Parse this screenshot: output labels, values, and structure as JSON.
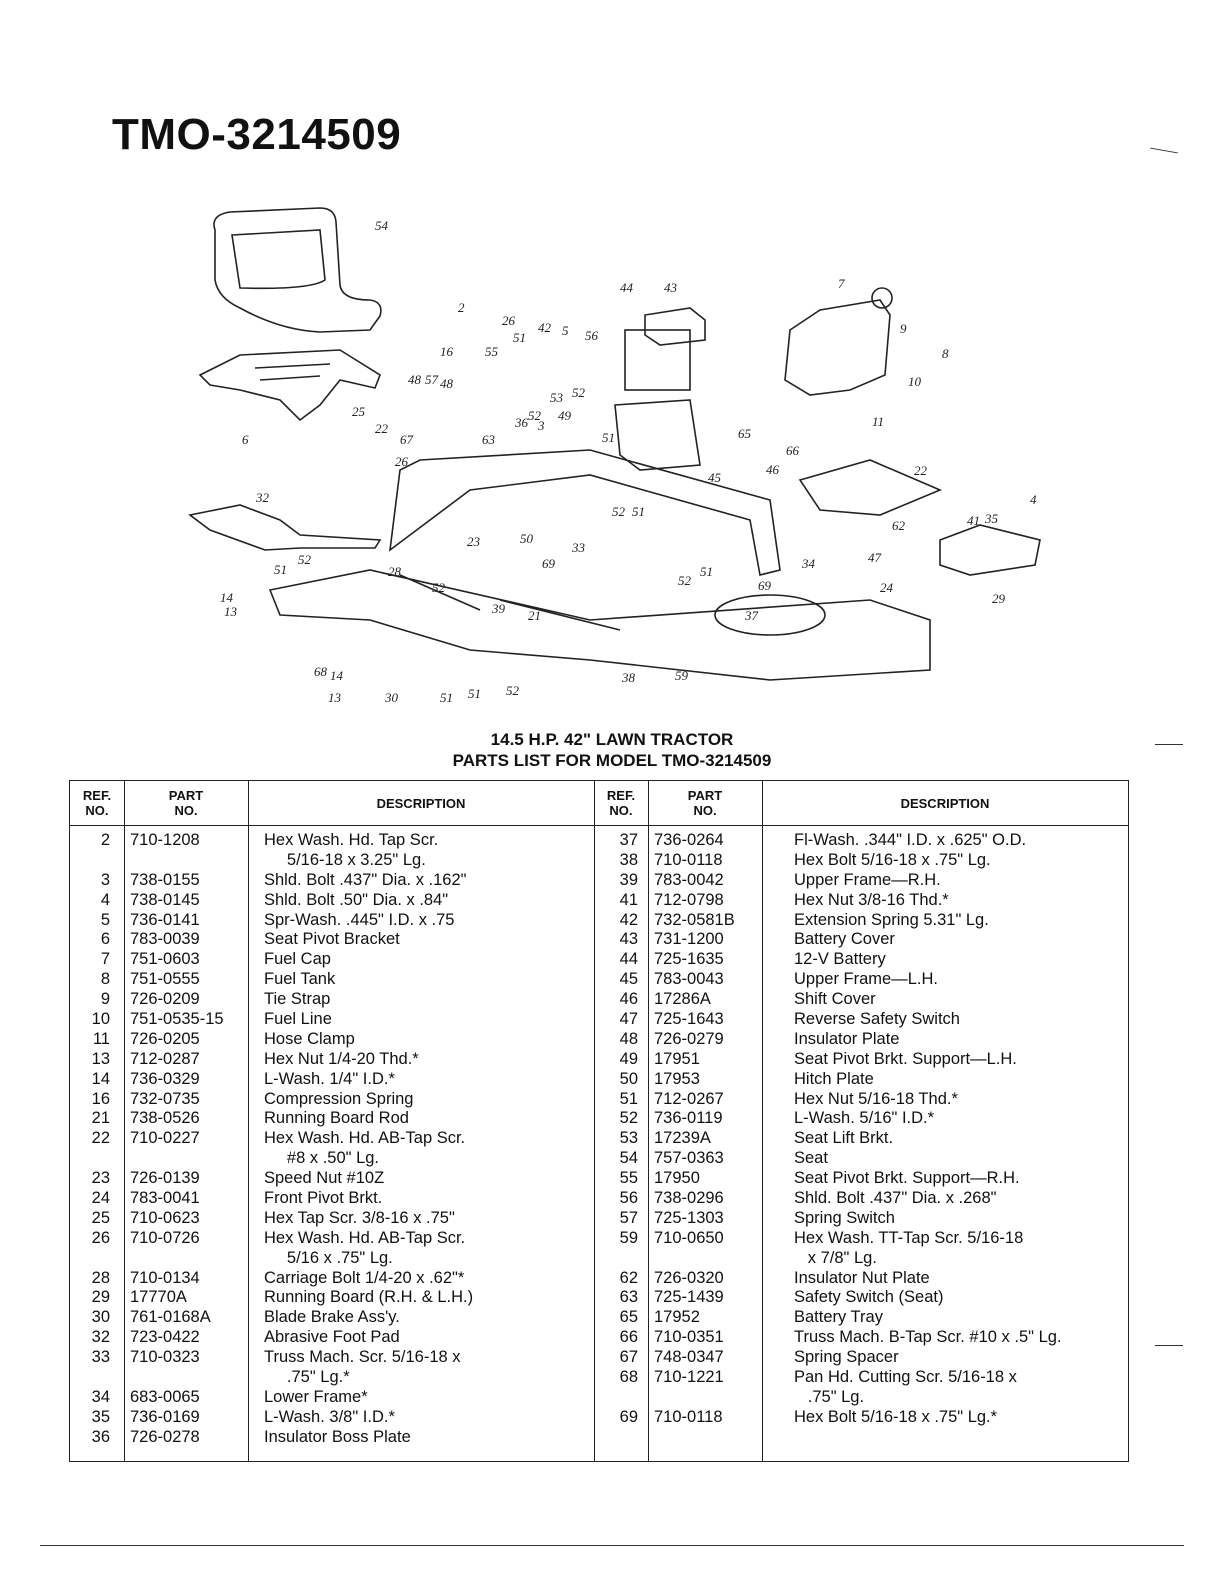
{
  "page": {
    "model_title": "TMO-3214509",
    "caption_line1": "14.5 H.P. 42\" LAWN TRACTOR",
    "caption_line2": "PARTS LIST FOR MODEL TMO-3214509"
  },
  "table": {
    "headers": {
      "ref": "REF.\nNO.",
      "part": "PART\nNO.",
      "description": "DESCRIPTION"
    },
    "left": {
      "ref": [
        "2",
        "",
        "3",
        "4",
        "5",
        "6",
        "7",
        "8",
        "9",
        "10",
        "11",
        "13",
        "14",
        "16",
        "21",
        "22",
        "",
        "23",
        "24",
        "25",
        "26",
        "",
        "28",
        "29",
        "30",
        "32",
        "33",
        "",
        "34",
        "35",
        "36"
      ],
      "part": [
        "710-1208",
        "",
        "738-0155",
        "738-0145",
        "736-0141",
        "783-0039",
        "751-0603",
        "751-0555",
        "726-0209",
        "751-0535-15",
        "726-0205",
        "712-0287",
        "736-0329",
        "732-0735",
        "738-0526",
        "710-0227",
        "",
        "726-0139",
        "783-0041",
        "710-0623",
        "710-0726",
        "",
        "710-0134",
        "17770A",
        "761-0168A",
        "723-0422",
        "710-0323",
        "",
        "683-0065",
        "736-0169",
        "726-0278"
      ],
      "desc": [
        "Hex Wash. Hd. Tap Scr.",
        "     5/16-18 x 3.25\" Lg.",
        "Shld. Bolt .437\" Dia. x .162\"",
        "Shld. Bolt .50\" Dia. x .84\"",
        "Spr-Wash. .445\" I.D. x .75",
        "Seat Pivot Bracket",
        "Fuel Cap",
        "Fuel Tank",
        "Tie Strap",
        "Fuel Line",
        "Hose Clamp",
        "Hex Nut 1/4-20 Thd.*",
        "L-Wash. 1/4\" I.D.*",
        "Compression Spring",
        "Running Board Rod",
        "Hex Wash. Hd. AB-Tap Scr.",
        "     #8 x .50\" Lg.",
        "Speed Nut #10Z",
        "Front Pivot Brkt.",
        "Hex Tap Scr. 3/8-16 x .75\"",
        "Hex Wash. Hd. AB-Tap Scr.",
        "     5/16 x .75\" Lg.",
        "Carriage Bolt 1/4-20 x .62\"*",
        "Running Board (R.H. & L.H.)",
        "Blade Brake Ass'y.",
        "Abrasive Foot Pad",
        "Truss Mach. Scr. 5/16-18 x",
        "     .75\" Lg.*",
        "Lower Frame*",
        "L-Wash. 3/8\" I.D.*",
        "Insulator Boss Plate"
      ]
    },
    "right": {
      "ref": [
        "37",
        "38",
        "39",
        "41",
        "42",
        "43",
        "44",
        "45",
        "46",
        "47",
        "48",
        "49",
        "50",
        "51",
        "52",
        "53",
        "54",
        "55",
        "56",
        "57",
        "59",
        "",
        "62",
        "63",
        "65",
        "66",
        "67",
        "68",
        "",
        "69"
      ],
      "part": [
        "736-0264",
        "710-0118",
        "783-0042",
        "712-0798",
        "732-0581B",
        "731-1200",
        "725-1635",
        "783-0043",
        "17286A",
        "725-1643",
        "726-0279",
        "17951",
        "17953",
        "712-0267",
        "736-0119",
        "17239A",
        "757-0363",
        "17950",
        "738-0296",
        "725-1303",
        "710-0650",
        "",
        "726-0320",
        "725-1439",
        "17952",
        "710-0351",
        "748-0347",
        "710-1221",
        "",
        "710-0118"
      ],
      "desc": [
        "Fl-Wash. .344\" I.D. x .625\" O.D.",
        "Hex Bolt 5/16-18 x .75\" Lg.",
        "Upper Frame—R.H.",
        "Hex Nut 3/8-16 Thd.*",
        "Extension Spring 5.31\" Lg.",
        "Battery Cover",
        "12-V Battery",
        "Upper Frame—L.H.",
        "Shift Cover",
        "Reverse Safety Switch",
        "Insulator Plate",
        "Seat Pivot Brkt. Support—L.H.",
        "Hitch Plate",
        "Hex Nut 5/16-18 Thd.*",
        "L-Wash. 5/16\" I.D.*",
        "Seat Lift Brkt.",
        "Seat",
        "Seat Pivot Brkt. Support—R.H.",
        "Shld. Bolt .437\" Dia. x .268\"",
        "Spring Switch",
        "Hex Wash. TT-Tap Scr. 5/16-18",
        "   x 7/8\" Lg.",
        "Insulator Nut Plate",
        "Safety Switch (Seat)",
        "Battery Tray",
        "Truss Mach. B-Tap Scr. #10 x .5\" Lg.",
        "Spring Spacer",
        "Pan Hd. Cutting Scr. 5/16-18 x",
        "   .75\" Lg.",
        "Hex Bolt 5/16-18 x .75\" Lg.*"
      ]
    }
  },
  "diagram": {
    "callouts": [
      "54",
      "2",
      "26",
      "51",
      "42",
      "5",
      "56",
      "16",
      "55",
      "53",
      "52",
      "48",
      "57",
      "48",
      "44",
      "43",
      "7",
      "9",
      "8",
      "10",
      "11",
      "25",
      "6",
      "22",
      "67",
      "36",
      "52",
      "49",
      "51",
      "3",
      "63",
      "26",
      "65",
      "66",
      "46",
      "22",
      "45",
      "32",
      "23",
      "50",
      "33",
      "52",
      "51",
      "62",
      "47",
      "41",
      "35",
      "4",
      "29",
      "69",
      "51",
      "52",
      "28",
      "14",
      "13",
      "52",
      "39",
      "21",
      "52",
      "51",
      "69",
      "34",
      "24",
      "37",
      "68",
      "14",
      "13",
      "30",
      "51",
      "51",
      "52",
      "38",
      "59"
    ]
  }
}
